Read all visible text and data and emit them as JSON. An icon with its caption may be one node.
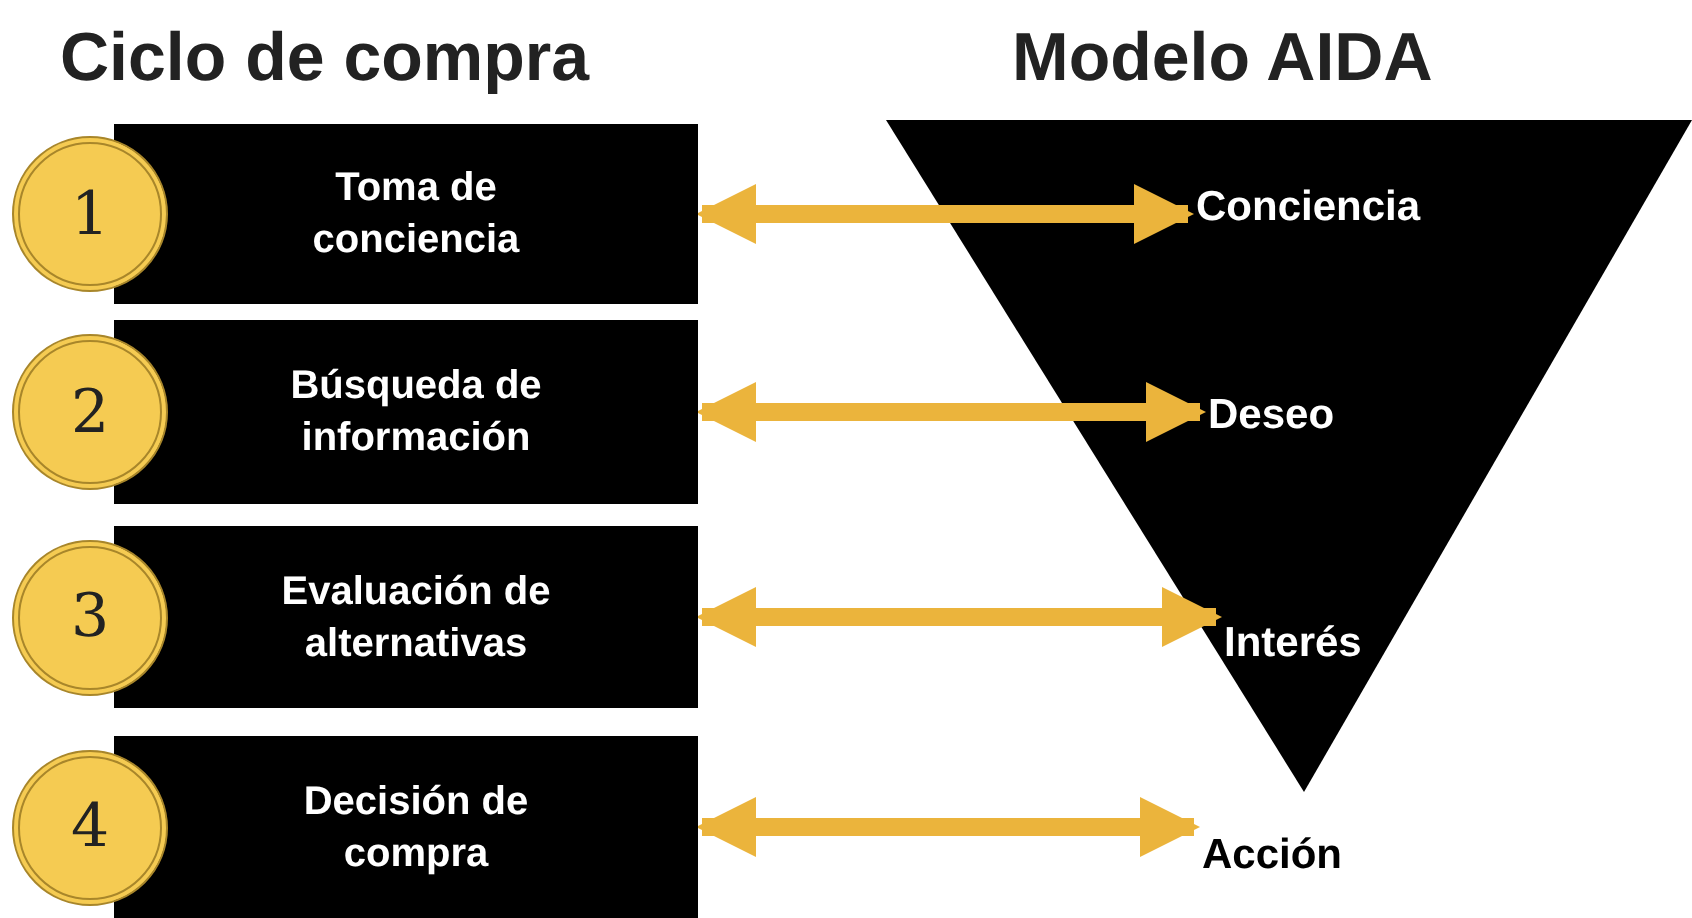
{
  "diagram": {
    "nodes": [
      {
        "text": [
          "1"
        ]
      },
      {
        "text": [
          "Toma de conciencia"
        ]
      },
      {
        "text": [
          "Conciencia"
        ]
      },
      {
        "text": [
          "2"
        ]
      },
      {
        "text": [
          "Búsqueda de información"
        ]
      },
      {
        "text": [
          "Deseo"
        ]
      },
      {
        "text": [
          "3"
        ]
      },
      {
        "text": [
          "Evaluación de alternativas"
        ]
      },
      {
        "text": [
          "Interés"
        ]
      },
      {
        "text": [
          "4"
        ]
      },
      {
        "text": [
          "Decisión de compra"
        ]
      },
      {
        "text": [
          "Acción"
        ]
      }
    ],
    "edges": [
      {
        "from": 1,
        "to": 2,
        "arrow": "both"
      },
      {
        "from": 4,
        "to": 5,
        "arrow": "both"
      },
      {
        "from": 7,
        "to": 8,
        "arrow": "both"
      },
      {
        "from": 10,
        "to": 11,
        "arrow": "both"
      }
    ],
    "labels": [
      "Ciclo de compra",
      "Modelo AIDA"
    ]
  }
}
